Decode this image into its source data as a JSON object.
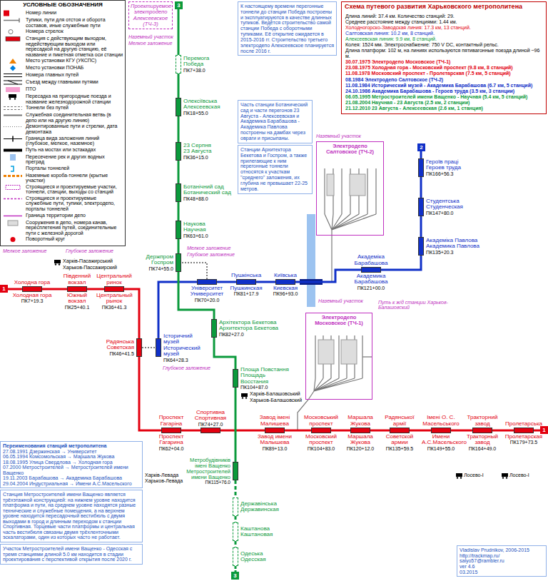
{
  "diagram": {
    "title": "Схема путевого развития Харьковского метрополитена",
    "nodes": [
      {
        "text": [
          "Длина линий: 37.4 км. Количество станций: 29.",
          "Среднее расстояние между станциями: 1.44 км.",
          "Холодногорско-Заводская линия: 17.3 км, 13 станций.",
          "Салтовская линия: 10.2 км, 8 станций.",
          "Алексеевская линия: 9.9 км, 8 станций.",
          "Колея: 1524 мм. Электроснабжение: 750 V DC, контактный рельс.",
          "Длина платформ: 102 м, на линиях используются пятивагонные поезда длиной ~96 м.",
          "30.07.1975 Электродепо Московское (ТЧ-1)",
          "23.08.1975 Холодная гора - Московский проспект (9.8 км, 8 станций)",
          "11.08.1978 Московский проспект - Пролетарская (7.5 км, 5 станций)",
          "08.1984 Электродепо Салтовское (ТЧ-2)",
          "11.08.1984 Исторический музей - Академика Барабашова (6.7 км, 5 станций)",
          "24.10.1986 Академика Барабашова - Героев труда (3.5 км, 3 станции)",
          "06.05.1995 Метростроителей имени Ващенко - Научная (5.4 км, 5 станций)",
          "21.08.2004 Научная - 23 Августа (2.5 км, 2 станции)",
          "21.12.2010 23 Августа - Алексеевская (2.6 км, 1 станция)"
        ]
      },
      {
        "text": [
          "К настоящему времени перегонные тоннели до станции Победа построены и эксплуатируются в качестве длинных тупиков. Ведётся строительство самой станции Победа с оборотными тупиками. Её открытие ожидается в 2015-2016 гг. Строительство третьего электродепо Алексеевское планируется после 2016 г."
        ]
      },
      {
        "text": [
          "Часть станции Ботанический сад и части перегонов 23 Августа - Алексеевская и Академика Барабашова - Академика Павлова построены на дамбах через овраги и присыпаны."
        ]
      },
      {
        "text": [
          "Станции Архитектора Бекетова и Госпром, а также прилегающие к ним перегонные тоннели относятся к участкам \"среднего\" заложения, их глубина не превышает 22-25 метров."
        ]
      },
      {
        "text": [
          "Проектируемое электродепо Алексеевское (ТЧ-3)"
        ]
      },
      {
        "text": [
          "Электродепо Салтовское (ТЧ-2)"
        ]
      },
      {
        "text": [
          "Электродепо Московское (ТЧ-1)"
        ]
      },
      {
        "text": [
          "Переименования станций метрополитена",
          "27.08.1991 Дзержинская → Университет",
          "06.05.1994 Комсомольская → Маршала Жукова",
          "18.08.1995 Улица Свердлова → Холодная гора",
          "07.2000 Метростроителей → Метростроителей имени Ващенко",
          "19.11.2003 Барабашова → Академика Барабашова",
          "29.04.2004 Индустриальная → Имени А.С.Масельского"
        ]
      },
      {
        "text": [
          "Станция Метростроителей имени Ващенко является трёхэтажной конструкцией: на нижнем уровне находится платформа и пути, на среднем уровне находятся разные технические и служебные помещения, а на верхнем уровне находится пересадочный вестибюль с двумя выходами в город и длинным переходом к станции Спортивная. Торцевые части платформы и центральная часть вестибюля связаны двумя трёхленточными эскалаторами, один из которых часто не работает."
        ]
      },
      {
        "text": [
          "Участок Метростроителей имени Ващенко - Одесская с тремя станциями длиной 5.0 км находится в стадии проектирования с перспективой открытия после 2020 г."
        ]
      },
      {
        "text": [
          "Vladislav Prudnikov, 2006-2015",
          "http://trackmap.ru/",
          "saiyo57@rambler.ru",
          "ver 4.6",
          "03.2015"
        ]
      },
      {
        "text": [
          "Холодна гора",
          "Холодная гора",
          "ПК7+19.3"
        ]
      },
      {
        "text": [
          "Південний вокзал",
          "Южный вокзал",
          "ПК25+40.1"
        ]
      },
      {
        "text": [
          "Центральний ринок",
          "Центральный рынок",
          "ПК36+41.3"
        ]
      },
      {
        "text": [
          "Радянська",
          "Советская",
          "ПК46+41.5"
        ]
      },
      {
        "text": [
          "Проспект Гагаріна",
          "Проспект Гагарина",
          "ПК62+04.0"
        ]
      },
      {
        "text": [
          "Спортивна",
          "Спортивная",
          "ПК74+27.0"
        ]
      },
      {
        "text": [
          "Завод імені Малишева",
          "Завод имени Малышева",
          "ПК89+13.0"
        ]
      },
      {
        "text": [
          "Московський проспект",
          "Московский проспект",
          "ПК104+83.0"
        ]
      },
      {
        "text": [
          "Маршала Жукова",
          "Маршала Жукова",
          "ПК120+12.0"
        ]
      },
      {
        "text": [
          "Радянської армії",
          "Советской армии",
          "ПК135+59.5"
        ]
      },
      {
        "text": [
          "Імені О. С. Масельського",
          "Имени А.С.Масельского",
          "ПК149+55.0"
        ]
      },
      {
        "text": [
          "Тракторний завод",
          "Тракторный завод",
          "ПК164+49.0"
        ]
      },
      {
        "text": [
          "Пролетарська",
          "Пролетарская",
          "ПК179+73.5"
        ]
      },
      {
        "text": [
          "Історичний музей",
          "Исторический музей",
          "ПК64+28.3"
        ]
      },
      {
        "text": [
          "Університет",
          "Университет",
          "ПК70+20.0"
        ]
      },
      {
        "text": [
          "Пушкінська",
          "Пушкинская",
          "ПК81+17.9"
        ]
      },
      {
        "text": [
          "Київська",
          "Киевская",
          "ПК96+93.0"
        ]
      },
      {
        "text": [
          "Академіка Барабашова",
          "Академика Барабашова",
          "ПК121+00.0"
        ]
      },
      {
        "text": [
          "Академіка Павлова",
          "Академика Павлова",
          "ПК135+20.3"
        ]
      },
      {
        "text": [
          "Студентська",
          "Студенческая",
          "ПК147+80.0"
        ]
      },
      {
        "text": [
          "Героїв праці",
          "Героев труда",
          "ПК166+56.3"
        ]
      },
      {
        "text": [
          "Перемога",
          "Победа",
          "ПК7+38.0"
        ]
      },
      {
        "text": [
          "Олексіївська",
          "Алексеевская",
          "ПК18+55.0"
        ]
      },
      {
        "text": [
          "23 Серпня",
          "23 Августа",
          "ПК36+15.0"
        ]
      },
      {
        "text": [
          "Ботанічний сад",
          "Ботанический сад",
          "ПК48+88.0"
        ]
      },
      {
        "text": [
          "Наукова",
          "Научная",
          "ПК63+61.0"
        ]
      },
      {
        "text": [
          "Держпром",
          "Госпром",
          "ПК74+55.0"
        ]
      },
      {
        "text": [
          "Архітектора Бекетова",
          "Архитектора Бекетова",
          "ПК82+27.0"
        ]
      },
      {
        "text": [
          "Площа Повстання",
          "Площадь Восстания",
          "ПК104+87.0"
        ]
      },
      {
        "text": [
          "Метробудівників імені Ващенко",
          "Метростроителей имени Ващенко",
          "ПК115+76.0"
        ]
      },
      {
        "text": [
          "Державінська",
          "Державинская"
        ]
      },
      {
        "text": [
          "Каштанова",
          "Каштановая"
        ]
      },
      {
        "text": [
          "Одеська",
          "Одесская"
        ]
      }
    ],
    "edges": [
      {
        "from": 11,
        "to": 12,
        "arrow": "none"
      },
      {
        "from": 12,
        "to": 13,
        "arrow": "none"
      },
      {
        "from": 13,
        "to": 14,
        "arrow": "none"
      },
      {
        "from": 14,
        "to": 15,
        "arrow": "none"
      },
      {
        "from": 15,
        "to": 16,
        "arrow": "none"
      },
      {
        "from": 16,
        "to": 17,
        "arrow": "none"
      },
      {
        "from": 17,
        "to": 18,
        "arrow": "none"
      },
      {
        "from": 18,
        "to": 19,
        "arrow": "none"
      },
      {
        "from": 19,
        "to": 20,
        "arrow": "none"
      },
      {
        "from": 20,
        "to": 21,
        "arrow": "none"
      },
      {
        "from": 21,
        "to": 22,
        "arrow": "none"
      },
      {
        "from": 22,
        "to": 23,
        "arrow": "none"
      },
      {
        "from": 24,
        "to": 25,
        "arrow": "none"
      },
      {
        "from": 25,
        "to": 26,
        "arrow": "none"
      },
      {
        "from": 26,
        "to": 27,
        "arrow": "none"
      },
      {
        "from": 27,
        "to": 28,
        "arrow": "none"
      },
      {
        "from": 28,
        "to": 29,
        "arrow": "none"
      },
      {
        "from": 29,
        "to": 30,
        "arrow": "none"
      },
      {
        "from": 30,
        "to": 31,
        "arrow": "none"
      },
      {
        "from": 32,
        "to": 33,
        "arrow": "none"
      },
      {
        "from": 33,
        "to": 34,
        "arrow": "none"
      },
      {
        "from": 34,
        "to": 35,
        "arrow": "none"
      },
      {
        "from": 35,
        "to": 36,
        "arrow": "none"
      },
      {
        "from": 36,
        "to": 37,
        "arrow": "none"
      },
      {
        "from": 37,
        "to": 38,
        "arrow": "none"
      },
      {
        "from": 38,
        "to": 39,
        "arrow": "none"
      },
      {
        "from": 39,
        "to": 40,
        "arrow": "none"
      },
      {
        "from": 40,
        "to": 41,
        "arrow": "none"
      },
      {
        "from": 41,
        "to": 42,
        "arrow": "none"
      },
      {
        "from": 42,
        "to": 43,
        "arrow": "none"
      },
      {
        "from": 14,
        "to": 24,
        "arrow": "none"
      },
      {
        "from": 25,
        "to": 37,
        "arrow": "none"
      }
    ],
    "labels": [
      "УСЛОВНЫЕ ОБОЗНАЧЕНИЯ",
      "1",
      "1",
      "2",
      "3",
      "3",
      "Харків-Пасажирський",
      "Харьков-Пассажирский",
      "Харків-Балашовський",
      "Харьков-Балашовский",
      "Харків-Левада",
      "Харьков-Левада",
      "Лосево-I",
      "Лосево-I",
      "Наземный участок",
      "Мелкое заложение",
      "Мелкое заложение",
      "Глубокое заложение",
      "Мелкое заложение",
      "Глубокое заложение",
      "Глубокое заложение",
      "Наземный участок",
      "Наземный участок",
      "Путь к ж/д станции Харьков-Балашовский"
    ],
    "legend": [
      {
        "text": "Номер линии"
      },
      {
        "text": "Тупики, пути для отстоя и оборота составов, иные служебные пути"
      },
      {
        "text": "Номера стрелок"
      },
      {
        "text": "Станция с действующим выходом, недействующим выходом или пересадкой на другую станцию, её название и пикетная отметка оси станции"
      },
      {
        "text": "Место установки КГУ (УКСПС)"
      },
      {
        "text": "Место установки ПОНАБ"
      },
      {
        "text": "Номера главных путей"
      },
      {
        "text": "Съезд между главными путями"
      },
      {
        "text": "ПТО"
      },
      {
        "text": "Пересадка на пригородные поезда и название железнодорожной станции"
      },
      {
        "text": "Тоннели без путей"
      },
      {
        "text": "Служебная соединительная ветвь (в депо или на другую линию)"
      },
      {
        "text": "Демонтированные пути и стрелки, дата демонтажа"
      },
      {
        "text": "Граница вида заложения линий (глубокое, мелкое, наземное)"
      },
      {
        "text": "Путь на мостах или эстакадах"
      },
      {
        "text": "Пересечение рек и других водных преград"
      },
      {
        "text": "Порталы тоннелей"
      },
      {
        "text": "Наземные короба-тоннели (крытые участки)"
      },
      {
        "text": "Строящиеся и проектируемые участки, тоннели, станции, выходы со станций"
      },
      {
        "text": "Строящиеся и проектируемые служебные пути, тупики, электродепо, порталы тоннелей"
      },
      {
        "text": "Граница территории депо"
      },
      {
        "text": "Сооружения в депо, номера канав, пересплетения путей, соединительные пути с железной дорогой"
      },
      {
        "text": "Поворотный круг"
      }
    ]
  }
}
